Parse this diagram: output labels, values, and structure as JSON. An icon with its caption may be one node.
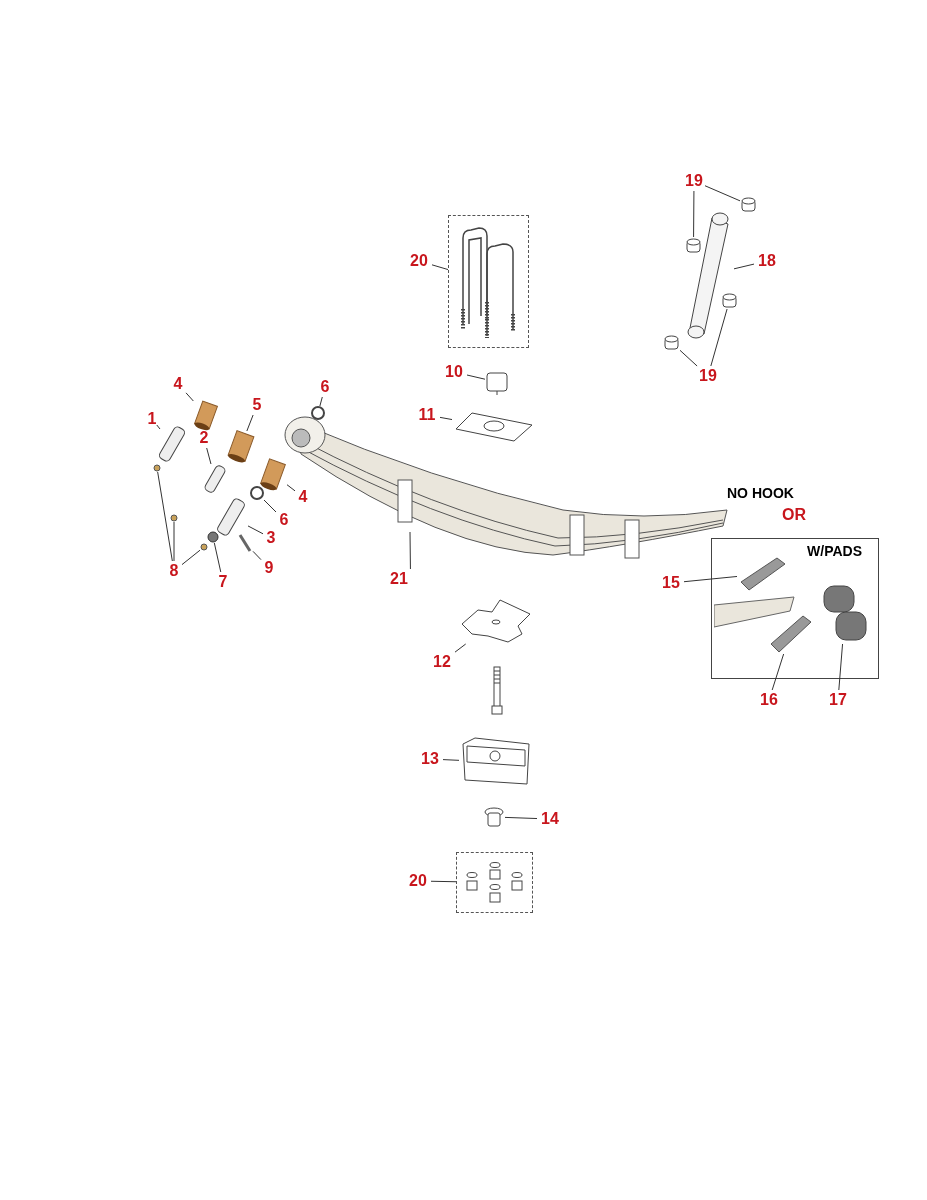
{
  "diagram": {
    "nodes": [
      {
        "text": [
          "19"
        ]
      },
      {
        "text": [],
        "shape": "cylinder"
      },
      {
        "text": [],
        "shape": "cylinder"
      },
      {
        "text": [
          "20"
        ]
      },
      {
        "text": [],
        "shape": "box"
      },
      {
        "text": [
          "18"
        ]
      },
      {
        "text": [],
        "shape": "picture"
      },
      {
        "text": [
          "19"
        ]
      },
      {
        "text": [],
        "shape": "cylinder"
      },
      {
        "text": [],
        "shape": "cylinder"
      },
      {
        "text": [
          "10"
        ]
      },
      {
        "text": [],
        "shape": "picture"
      },
      {
        "text": [
          "4"
        ]
      },
      {
        "text": [],
        "shape": "picture"
      },
      {
        "text": [
          "6"
        ]
      },
      {
        "text": [],
        "shape": "circle"
      },
      {
        "text": [
          "1"
        ]
      },
      {
        "text": [],
        "shape": "cylinder"
      },
      {
        "text": [
          "5"
        ]
      },
      {
        "text": [],
        "shape": "picture"
      },
      {
        "text": [
          "11"
        ]
      },
      {
        "text": [],
        "shape": "picture"
      },
      {
        "text": [
          "2"
        ]
      },
      {
        "text": [],
        "shape": "cylinder"
      },
      {
        "text": [
          "4"
        ]
      },
      {
        "text": [],
        "shape": "picture"
      },
      {
        "text": [
          "6"
        ]
      },
      {
        "text": [],
        "shape": "circle"
      },
      {
        "text": [
          "3"
        ]
      },
      {
        "text": [],
        "shape": "cylinder"
      },
      {
        "text": [
          "8"
        ]
      },
      {
        "text": [],
        "shape": "circle"
      },
      {
        "text": [],
        "shape": "circle"
      },
      {
        "text": [],
        "shape": "circle"
      },
      {
        "text": [
          "7"
        ]
      },
      {
        "text": [],
        "shape": "circle"
      },
      {
        "text": [
          "9"
        ]
      },
      {
        "text": [],
        "shape": "picture"
      },
      {
        "text": [
          "21"
        ]
      },
      {
        "text": [],
        "shape": "picture"
      },
      {
        "text": [
          "W/PADS"
        ]
      },
      {
        "text": [
          "15"
        ]
      },
      {
        "text": [],
        "shape": "picture",
        "in": 40
      },
      {
        "text": [],
        "shape": "picture",
        "in": 40
      },
      {
        "text": [],
        "shape": "picture",
        "in": 40
      },
      {
        "text": [
          "12"
        ]
      },
      {
        "text": [],
        "shape": "picture"
      },
      {
        "text": [
          "16"
        ]
      },
      {
        "text": [
          "17"
        ]
      },
      {
        "text": [
          "13"
        ]
      },
      {
        "text": [],
        "shape": "picture"
      },
      {
        "text": [
          "14"
        ]
      },
      {
        "text": [],
        "shape": "picture"
      },
      {
        "text": [
          "20"
        ]
      },
      {
        "text": [],
        "shape": "box"
      }
    ],
    "edges": [
      {
        "from": 0,
        "to": 1,
        "arrow": "none"
      },
      {
        "from": 0,
        "to": 2,
        "arrow": "none"
      },
      {
        "from": 3,
        "to": 4,
        "arrow": "none"
      },
      {
        "from": 5,
        "to": 6,
        "arrow": "none"
      },
      {
        "from": 7,
        "to": 8,
        "arrow": "none"
      },
      {
        "from": 7,
        "to": 9,
        "arrow": "none"
      },
      {
        "from": 10,
        "to": 11,
        "arrow": "none"
      },
      {
        "from": 12,
        "to": 13,
        "arrow": "none"
      },
      {
        "from": 14,
        "to": 15,
        "arrow": "none"
      },
      {
        "from": 16,
        "to": 17,
        "arrow": "none"
      },
      {
        "from": 18,
        "to": 19,
        "arrow": "none"
      },
      {
        "from": 20,
        "to": 21,
        "arrow": "none"
      },
      {
        "from": 22,
        "to": 23,
        "arrow": "none"
      },
      {
        "from": 24,
        "to": 25,
        "arrow": "none"
      },
      {
        "from": 26,
        "to": 27,
        "arrow": "none"
      },
      {
        "from": 28,
        "to": 29,
        "arrow": "none"
      },
      {
        "from": 30,
        "to": 31,
        "arrow": "none"
      },
      {
        "from": 30,
        "to": 32,
        "arrow": "none"
      },
      {
        "from": 30,
        "to": 33,
        "arrow": "none"
      },
      {
        "from": 34,
        "to": 35,
        "arrow": "none"
      },
      {
        "from": 36,
        "to": 37,
        "arrow": "none"
      },
      {
        "from": 38,
        "to": 39,
        "arrow": "none"
      },
      {
        "from": 41,
        "to": 42,
        "arrow": "none"
      },
      {
        "from": 45,
        "to": 46,
        "arrow": "none"
      },
      {
        "from": 47,
        "to": 44,
        "arrow": "none"
      },
      {
        "from": 48,
        "to": 43,
        "arrow": "none"
      },
      {
        "from": 49,
        "to": 50,
        "arrow": "none"
      },
      {
        "from": 51,
        "to": 52,
        "arrow": "none"
      },
      {
        "from": 53,
        "to": 54,
        "arrow": "none"
      }
    ],
    "labels": [
      "NO HOOK",
      "OR"
    ]
  }
}
